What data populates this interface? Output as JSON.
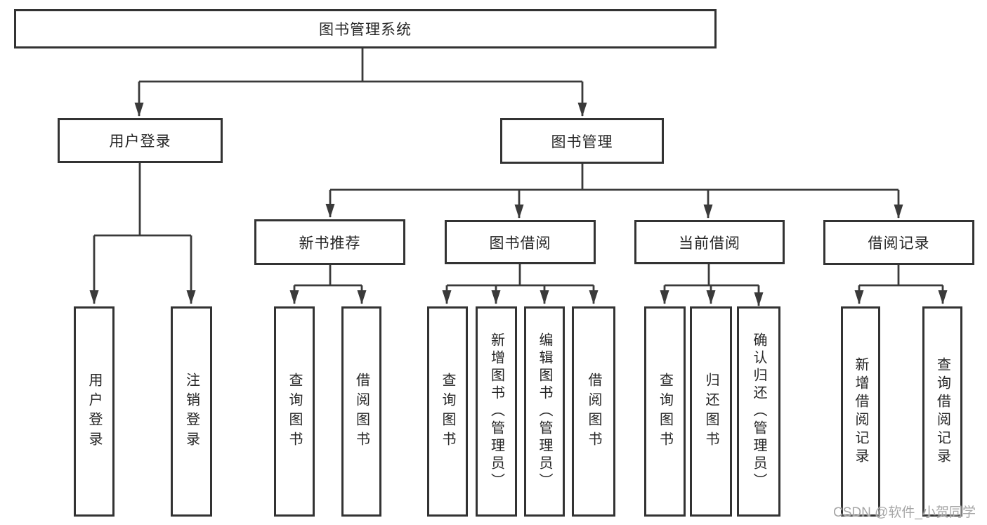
{
  "diagram": {
    "root": {
      "label": "图书管理系统"
    },
    "level2": {
      "user_login": {
        "label": "用户登录"
      },
      "book_mgmt": {
        "label": "图书管理"
      }
    },
    "level3": {
      "new_book_rec": {
        "label": "新书推荐"
      },
      "book_borrow": {
        "label": "图书借阅"
      },
      "current_borrow": {
        "label": "当前借阅"
      },
      "borrow_record": {
        "label": "借阅记录"
      }
    },
    "leaves": {
      "user_login": [
        "用户登录",
        "注销登录"
      ],
      "new_book_rec": [
        "查询图书",
        "借阅图书"
      ],
      "book_borrow": [
        "查询图书",
        "新增图书（管理员）",
        "编辑图书（管理员）",
        "借阅图书"
      ],
      "current_borrow": [
        "查询图书",
        "归还图书",
        "确认归还（管理员）"
      ],
      "borrow_record": [
        "新增借阅记录",
        "查询借阅记录"
      ]
    },
    "colors": {
      "line": "#3a3a3a",
      "box_border": "#333333",
      "text": "#262626",
      "background": "#ffffff",
      "watermark": "#a6a6a6"
    },
    "watermark": "CSDN @软件_小贺同学"
  }
}
